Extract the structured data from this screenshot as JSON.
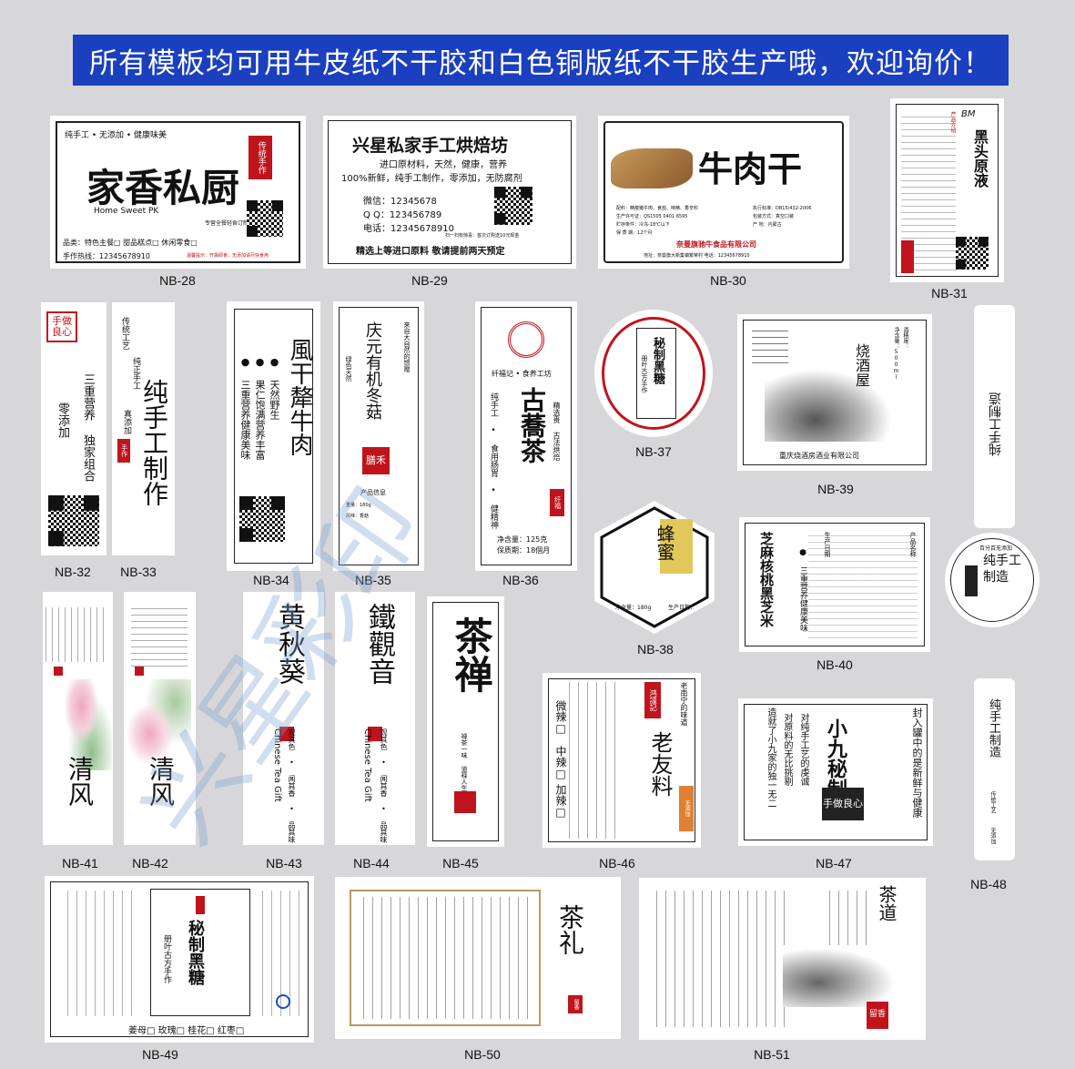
{
  "banner": {
    "text": "所有模板均可用牛皮纸不干胶和白色铜版纸不干胶生产哦，欢迎询价！",
    "color": "#1a3fbf"
  },
  "watermark": {
    "text": "兴星彩印"
  },
  "accent": "#c0141c",
  "labels": {
    "nb28": {
      "code": "NB-28",
      "tagline": "纯手工 • 无添加 • 健康味美",
      "seal": "传统手作",
      "brand": "家香私厨",
      "en": "Home Sweet PK",
      "sub": "专营全餐轻食订制",
      "cats": "品类：特色主餐□  甜品糕点□  休闲零食□",
      "phone": "手作热线：12345678910",
      "tip": "温馨提示：开袋即食，无添加请尽快食用"
    },
    "nb29": {
      "code": "NB-29",
      "title": "兴星私家手工烘焙坊",
      "l1": "进口原材料，天然，健康，营养",
      "l2": "100%新鲜，纯手工制作，零添加，无防腐剂",
      "wx": "微信：12345678",
      "qq": "Q Q：123456789",
      "tel": "电话：12345678910",
      "scan": "扫一扫有惊喜：首次订购送10元现金",
      "foot": "精选上等进口原料  敬请提前两天预定"
    },
    "nb30": {
      "code": "NB-30",
      "title": "牛肉干",
      "ing": "配料：精瘦猪牛肉、食盐、味精、香辛料",
      "std": "执行标准：DB15/432-2006",
      "lic": "生产许可证：QS1505 0401 6595",
      "pack": "包装方式：真空口装",
      "store": "贮存条件：冷冻-18℃以下",
      "place": "产  地：内蒙古",
      "life": "保 质 期：12个月",
      "co": "奈曼旗驰牛食品有限公司",
      "addr": "地址：奈曼旗大新集镇繁荣村   电话：12345678910"
    },
    "nb31": {
      "code": "NB-31",
      "title": "黑头原液",
      "brand": "BM",
      "side": "产品介绍"
    },
    "nb32": {
      "code": "NB-32",
      "seal": "手做良心",
      "t1": "三重营养 独家组合",
      "t2": "零添加"
    },
    "nb33": {
      "code": "NB-33",
      "t1": "传统工艺",
      "t2": "纯正手工",
      "t3": "真添加",
      "title": "纯手工制作",
      "seal": "手作"
    },
    "nb34": {
      "code": "NB-34",
      "title": "風干犛牛肉",
      "b1": "● 天然野生",
      "b2": "● 果仁饱满",
      "b3": "● 三重营养健康美味",
      "b4": "营养丰富"
    },
    "nb35": {
      "code": "NB-35",
      "title": "庆元有机冬菇",
      "side1": "来自大自然的馈赠",
      "side2": "绿色天然",
      "seal": "膳禾",
      "info": "产品信息",
      "spec": "重量：180g",
      "extra": "风味：香菇"
    },
    "nb36": {
      "code": "NB-36",
      "title": "古蕎茶",
      "top": "纤福记 • 食养工坊",
      "left": "纯手工 • 食用肠胃 • 健精神",
      "right": "精选贵 古法烘焙",
      "weight": "净含量：125克",
      "life": "保质期：18個月",
      "seal": "纤福"
    },
    "nb37": {
      "code": "NB-37",
      "title": "秘制黑糖",
      "sub": "册叶古方手作"
    },
    "nb38": {
      "code": "NB-38",
      "title": "蜂蜜",
      "weight": "净含量：180g",
      "date": "生产日期："
    },
    "nb39": {
      "code": "NB-39",
      "title": "烧酒屋",
      "co": "重庆烧酒房酒业有限公司",
      "spec1": "酒精度：",
      "spec2": "净含量：500ml"
    },
    "nb40": {
      "code": "NB-40",
      "title": "芝麻核桃黑芝米",
      "b1": "● 三重营养健康美味",
      "b2": "产品名称",
      "b3": "生产日期"
    },
    "nb41": {
      "code": "NB-41",
      "title": "清风"
    },
    "nb42": {
      "code": "NB-42",
      "title": "清风"
    },
    "nb43": {
      "code": "NB-43",
      "title": "黄秋葵",
      "en": "Chinese Tea Gift",
      "side": "观其色 • 闻其香 • 品其味"
    },
    "nb44": {
      "code": "NB-44",
      "title": "鐵觀音",
      "en": "Chinese Tea Gift",
      "side": "观其色 • 闻其香 • 品其味"
    },
    "nb45": {
      "code": "NB-45",
      "title": "茶禅",
      "side": "禅茶一味 道释人生"
    },
    "nb46": {
      "code": "NB-46",
      "opt1": "微辣□",
      "opt2": "中辣□",
      "opt3": "加辣□",
      "seal": "鸿謹記",
      "title": "老友料",
      "sub": "老南宁的味道",
      "stamp": "无添加"
    },
    "nb47": {
      "code": "NB-47",
      "title": "小九秘制",
      "seal": "手做良心",
      "t1": "封入罐中的是新鲜与健康",
      "t2": "对纯手工艺的虔诚",
      "t3": "对原料的无比挑剔",
      "t4": "造就了小九家的独一无二"
    },
    "nb48": {
      "code": "NB-48",
      "title": "纯手工制造",
      "sub": "百分百无添加",
      "title2": "纯手工制造",
      "t3": "纯手工制造",
      "s3a": "传统工艺",
      "s3b": "无添加"
    },
    "nb49": {
      "code": "NB-49",
      "title": "秘制黑糖",
      "sub": "册叶古方手作",
      "opts": "姜母□  玫瑰□  桂花□  红枣□"
    },
    "nb50": {
      "code": "NB-50",
      "title": "茶礼",
      "seal": "留香"
    },
    "nb51": {
      "code": "NB-51",
      "title": "茶道",
      "seal": "留香"
    }
  }
}
